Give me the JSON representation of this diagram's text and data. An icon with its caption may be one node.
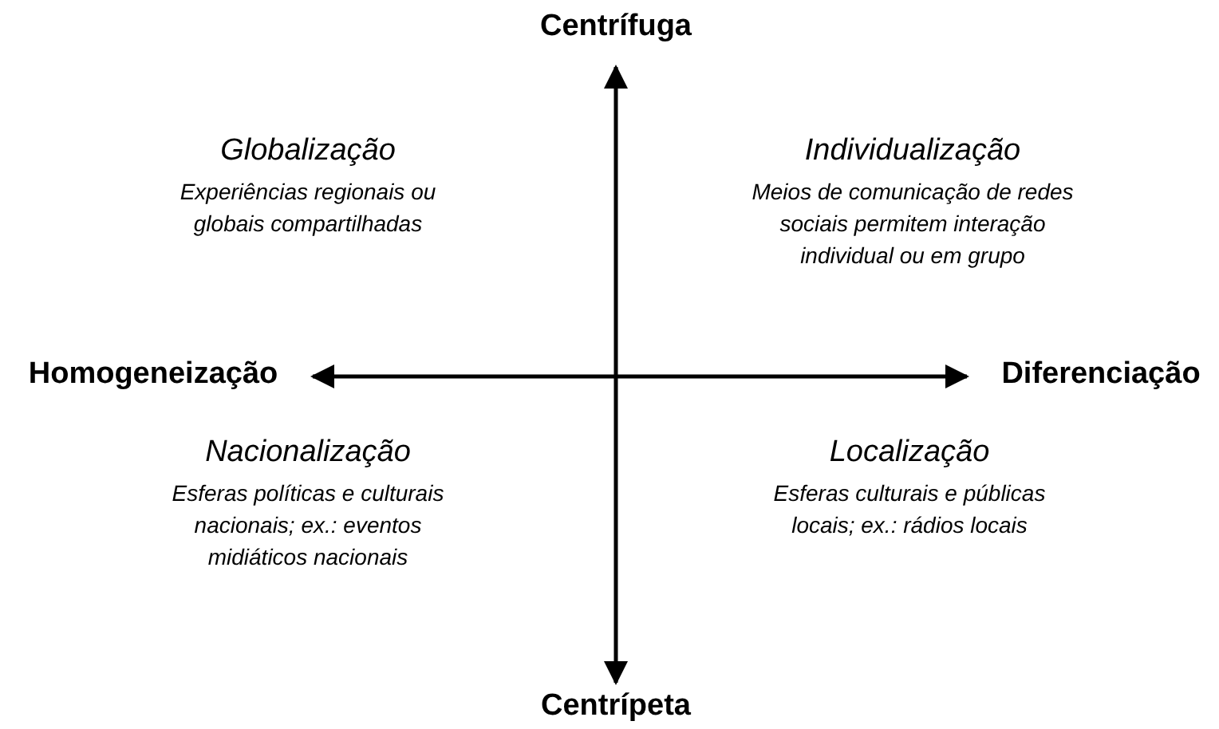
{
  "diagram": {
    "labels": [
      "Centrífuga",
      "Globalização",
      "Experiências regionais ou globais compartilhadas",
      "Individualização",
      "Meios de comunicação de redes sociais permitem interação individual ou em grupo",
      "Homogeneização",
      "Diferenciação",
      "Nacionalização",
      "Esferas políticas e culturais nacionais; ex.: eventos midiáticos nacionais",
      "Localização",
      "Esferas culturais e públicas locais; ex.: rádios locais",
      "Centrípeta"
    ]
  }
}
